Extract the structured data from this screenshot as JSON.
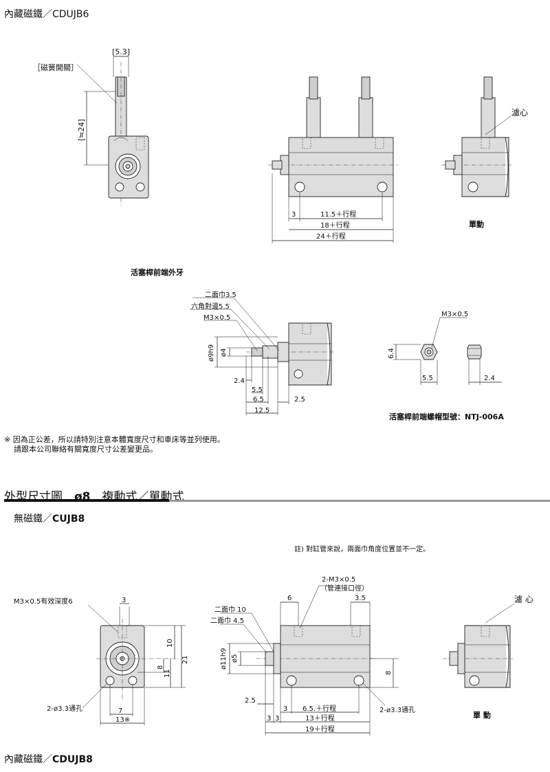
{
  "header_top": {
    "prefix": "內藏磁鐵／",
    "model": "CDUJB6"
  },
  "fig_top": {
    "reed_switch_label": "［磁簧開關］",
    "dim_5_3": "[5.3]",
    "dim_24": "[≒24]",
    "dim_3": "3",
    "dim_11_5": "11.5＋行程",
    "dim_18": "18＋行程",
    "dim_24_stroke": "24＋行程",
    "filter_label": "濾心",
    "single_action": "單動"
  },
  "fig_rod": {
    "title": "活塞桿前端外牙",
    "width_across_flats": "二面巾3.5",
    "hex_across_flats": "六角對邊5.5",
    "thread": "M3×0.5",
    "dia_9h9": "ø9h9",
    "dia_4": "ø4",
    "dim_2_4": "2.4",
    "dim_5_5": "5.5",
    "dim_6_5": "6.5",
    "dim_2_5": "2.5",
    "dim_12_5": "12.5"
  },
  "fig_nut": {
    "thread": "M3×0.5",
    "dim_6_4": "6.4",
    "dim_5_5": "5.5",
    "dim_2_4": "2.4",
    "caption": "活塞桿前端螺帽型號：NTJ-006A"
  },
  "notes": {
    "line1": "※  因為正公差，所以請特別注意本體寬度尺寸和車床等並列使用。",
    "line2": "請跟本公司聯絡有關寬度尺寸公差變更品。"
  },
  "section": {
    "title_prefix": "外型尺寸圖　",
    "bore": "ø8",
    "title_suffix": "　複動式／單動式"
  },
  "sub_no_magnet": {
    "prefix": "無磁鐵／",
    "model": "CUJB8"
  },
  "fig_b8": {
    "note": "註) 對缸管來說，兩面巾角度位置並不一定。",
    "port_thread": "M3×0.5有效深度6",
    "dim_3": "3",
    "dim_10": "10",
    "dim_21": "21",
    "dim_8": "8",
    "dim_11": "11",
    "through_hole": "2-ø3.3通孔",
    "dim_7": "7",
    "dim_13": "13※",
    "port_label": "2-M3×0.5",
    "port_sub": "（管連接口徑）",
    "side_6": "6",
    "side_3_5": "3.5",
    "flats_10": "二面巾 10",
    "flats_4_5": "二面巾 4.5",
    "dia_11h9": "ø11h9",
    "dia_5": "ø5",
    "side_8": "8",
    "dim_2_5": "2.5",
    "dim_3a": "3",
    "dim_6_5": "6.5.＋行程",
    "dim_3b": "3",
    "dim_3c": "3",
    "dim_13s": "13＋行程",
    "dim_19s": "19＋行程",
    "through_hole2": "2-ø3.3通孔",
    "filter_label": "濾 心",
    "single_action": "單 動"
  },
  "sub_magnet": {
    "prefix": "內藏磁鐵／",
    "model": "CDUJB8"
  }
}
